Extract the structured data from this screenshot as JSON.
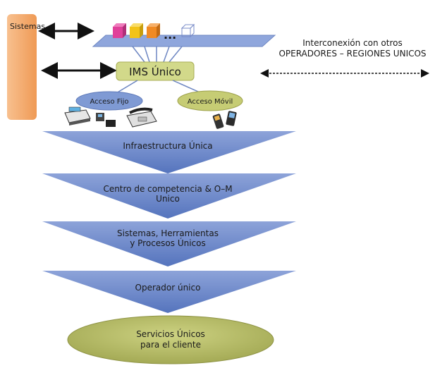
{
  "labels": {
    "sistemas": "Sistemas",
    "interconexion_line1": "Interconexión con otros",
    "interconexion_line2": "OPERADORES – REGIONES UNICOS",
    "ims": "IMS Único",
    "acceso_fijo": "Acceso Fijo",
    "acceso_movil": "Acceso Móvil",
    "platform_dots": "...",
    "infraestructura": "Infraestructura Única",
    "centro_line1": "Centro de competencia & O–M",
    "centro_line2": "Unico",
    "sistemas_h_line1": "Sistemas, Herramientas",
    "sistemas_h_line2": "y Procesos Únicos",
    "operador": "Operador único",
    "servicios_line1": "Servicios Únicos",
    "servicios_line2": "para el cliente"
  },
  "colors": {
    "sidebar": "#f5a96a",
    "platform": "#8fa6dc",
    "ims_box": "#d2d98a",
    "acceso_fijo": "#7f9ad4",
    "acceso_movil": "#c6cc74",
    "arrow_chevron": "#6a86c8",
    "servicios_ellipse": "#b8bd6a",
    "cube_pink": "#e0409a",
    "cube_yellow": "#f2c318",
    "cube_orange": "#f08a24",
    "cube_purple": "#9a5fc4"
  }
}
